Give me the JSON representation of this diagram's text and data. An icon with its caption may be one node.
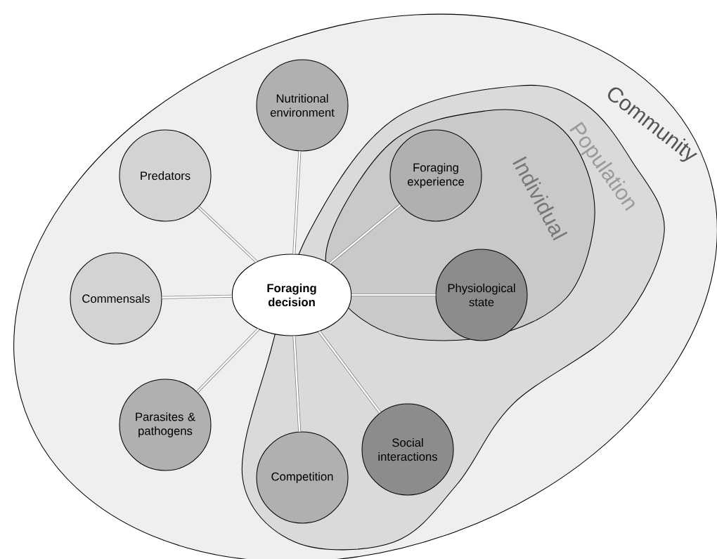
{
  "diagram": {
    "nodes": [
      {
        "text": [
          "Community"
        ]
      },
      {
        "text": [
          "Population"
        ],
        "in": 0
      },
      {
        "text": [
          "Individual"
        ],
        "in": 1
      },
      {
        "text": [
          "Nutritional environment"
        ],
        "in": 0
      },
      {
        "text": [
          "Predators"
        ],
        "in": 0
      },
      {
        "text": [
          "Foraging experience"
        ],
        "in": 2
      },
      {
        "text": [
          "Commensals"
        ],
        "in": 0
      },
      {
        "text": [
          "Foraging decision"
        ],
        "in": 0
      },
      {
        "text": [
          "Physiological state"
        ],
        "in": 2
      },
      {
        "text": [
          "Parasites & pathogens"
        ],
        "in": 0
      },
      {
        "text": [
          "Social interactions"
        ],
        "in": 1
      },
      {
        "text": [
          "Competition"
        ],
        "in": 1
      }
    ],
    "edges": [
      {
        "from": 7,
        "to": 3,
        "arrow": "none"
      },
      {
        "from": 7,
        "to": 4,
        "arrow": "none"
      },
      {
        "from": 7,
        "to": 5,
        "arrow": "none"
      },
      {
        "from": 7,
        "to": 6,
        "arrow": "none"
      },
      {
        "from": 7,
        "to": 8,
        "arrow": "none"
      },
      {
        "from": 7,
        "to": 9,
        "arrow": "none"
      },
      {
        "from": 7,
        "to": 10,
        "arrow": "none"
      },
      {
        "from": 7,
        "to": 11,
        "arrow": "none"
      }
    ]
  }
}
